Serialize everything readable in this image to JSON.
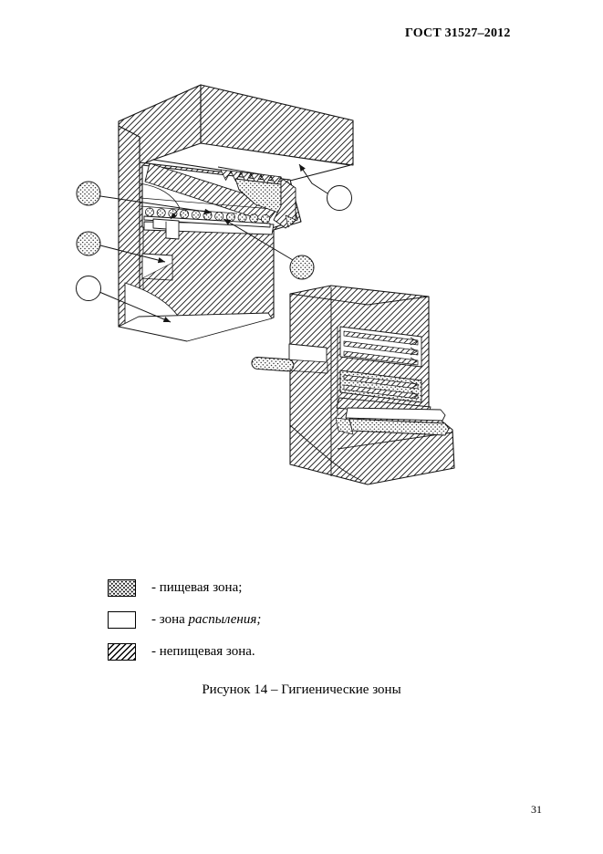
{
  "page": {
    "header_title": "ГОСТ 31527–2012",
    "page_number": "31"
  },
  "figure": {
    "caption": "Рисунок 14 – Гигиенические зоны"
  },
  "legend": {
    "items": [
      {
        "zone": "food-zone",
        "pattern": "dots",
        "label": "- пищевая зона;"
      },
      {
        "zone": "spray-zone",
        "pattern": "plain",
        "prefix": "- зона ",
        "italic": "распыления;"
      },
      {
        "zone": "nonfood-zone",
        "pattern": "hatch",
        "label": "- непищевая зона."
      }
    ]
  },
  "colors": {
    "ink": "#000000",
    "paper": "#ffffff"
  }
}
